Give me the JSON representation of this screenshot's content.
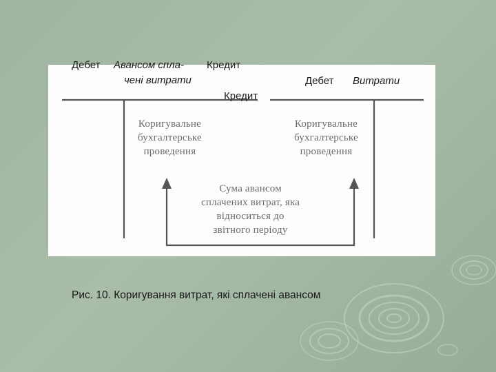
{
  "left_account": {
    "debit_label": "Дебет",
    "name_line1": "Авансом спла-",
    "name_line2": "чені витрати",
    "credit_label": "Кредит"
  },
  "right_account": {
    "credit_label": "Кредит",
    "debit_label": "Дебет",
    "name": "Витрати"
  },
  "entries": {
    "left": [
      "Коригувальне",
      "бухгалтерське",
      "проведення"
    ],
    "right": [
      "Коригувальне",
      "бухгалтерське",
      "проведення"
    ]
  },
  "center_note": [
    "Сума авансом",
    "сплачених витрат, яка",
    "відноситься до",
    "звітного періоду"
  ],
  "caption": "Рис. 10. Коригування витрат, які сплачені авансом",
  "colors": {
    "background": "#a3b8a4",
    "panel": "#fdfdfb",
    "ink": "#4a4a4a"
  }
}
